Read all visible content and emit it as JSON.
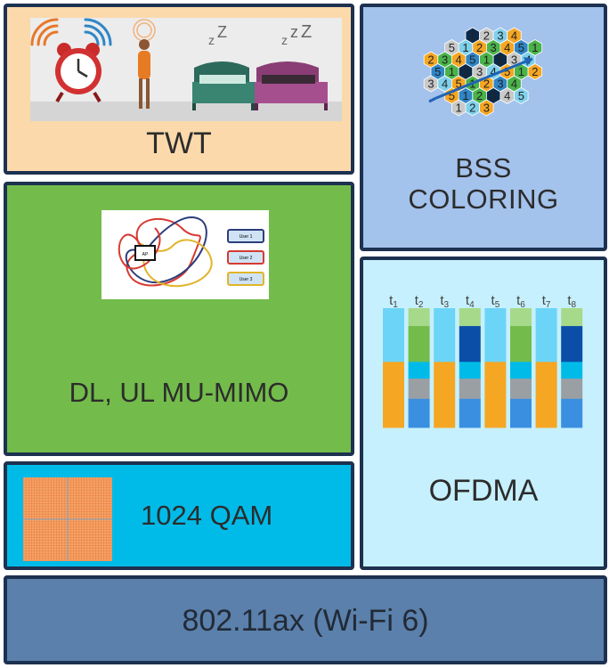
{
  "panels": {
    "twt": {
      "label": "TWT"
    },
    "bss": {
      "label_line1": "BSS",
      "label_line2": "COLORING"
    },
    "mimo": {
      "label": "DL, UL MU-MIMO",
      "diagram": {
        "ap_label": "AP",
        "users": [
          "User 1",
          "User 2",
          "User 3"
        ]
      }
    },
    "ofdma": {
      "label": "OFDMA",
      "time_slots": [
        "t1",
        "t2",
        "t3",
        "t4",
        "t5",
        "t6",
        "t7",
        "t8"
      ]
    },
    "qam": {
      "label": "1024 QAM"
    },
    "base": {
      "label": "802.11ax (Wi-Fi 6)"
    }
  },
  "bss_hex_numbers": [
    "1",
    "2",
    "3",
    "4",
    "5"
  ],
  "colors": {
    "twt_bg": "#fbd9ab",
    "bss_bg": "#a3c2ec",
    "mimo_bg": "#73bc4b",
    "ofdma_bg": "#c6f0fd",
    "qam_bg": "#00bbe8",
    "base_bg": "#5a80ab",
    "border": "#1d3150"
  }
}
